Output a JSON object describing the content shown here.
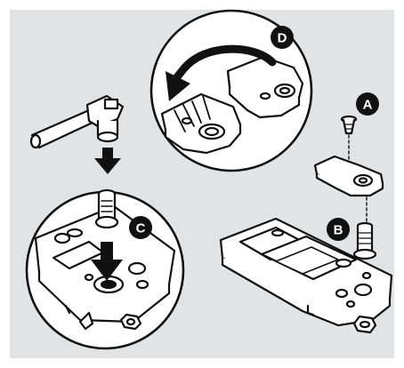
{
  "diagram": {
    "step_labels": {
      "a": "A",
      "b": "B",
      "c": "C",
      "d": "D"
    },
    "colors": {
      "background": "#e2e3e5",
      "frame": "#ffffff",
      "line": "#111111",
      "part_fill": "#ffffff",
      "badge": "#111111",
      "badge_text": "#ffffff"
    }
  }
}
